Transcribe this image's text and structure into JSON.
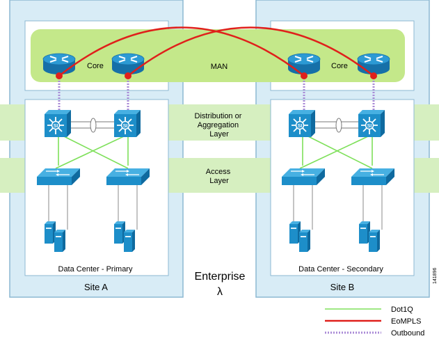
{
  "sites": {
    "a": {
      "label": "Site A",
      "dc_label": "Data Center - Primary"
    },
    "b": {
      "label": "Site B",
      "dc_label": "Data Center - Secondary"
    }
  },
  "core_label": "Core",
  "man_label": "MAN",
  "layers": {
    "distribution": [
      "Distribution or",
      "Aggregation",
      "Layer"
    ],
    "access": [
      "Access",
      "Layer"
    ]
  },
  "enterprise": {
    "label": "Enterprise",
    "symbol": "λ"
  },
  "figure_id": "141896",
  "legend": [
    {
      "label": "Dot1Q",
      "color": "#7ee05a",
      "style": "solid"
    },
    {
      "label": "EoMPLS",
      "color": "#e0201b",
      "style": "solid"
    },
    {
      "label": "Outbound",
      "color": "#a98ad6",
      "style": "dotted"
    }
  ],
  "colors": {
    "site_fill": "#d8ecf6",
    "site_border": "#8cb8d2",
    "layer_band": "#d6efc0",
    "man_fill": "#c4e88a",
    "device": "#1d8ec9",
    "cable": "#888888"
  },
  "icons": {
    "router": "router-icon",
    "multilayer_switch": "multilayer-switch-icon",
    "access_switch": "access-switch-icon",
    "server": "server-icon"
  }
}
